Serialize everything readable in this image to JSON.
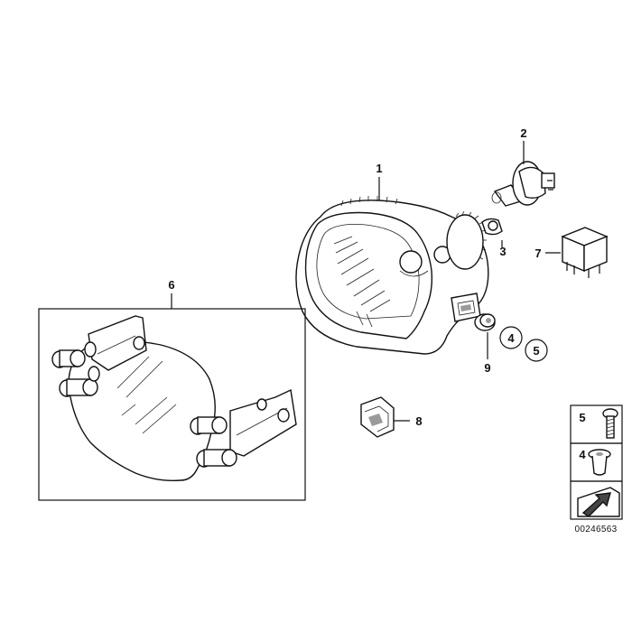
{
  "diagram": {
    "labels": {
      "headlight": "1",
      "bulb": "2",
      "small_bulb": "3",
      "rubber_4": "4",
      "screw_5": "5",
      "guard": "6",
      "relay": "7",
      "clip": "8",
      "grommet": "9"
    },
    "legend": {
      "screw": "5",
      "bushing": "4"
    },
    "reference_number": "00246563"
  }
}
